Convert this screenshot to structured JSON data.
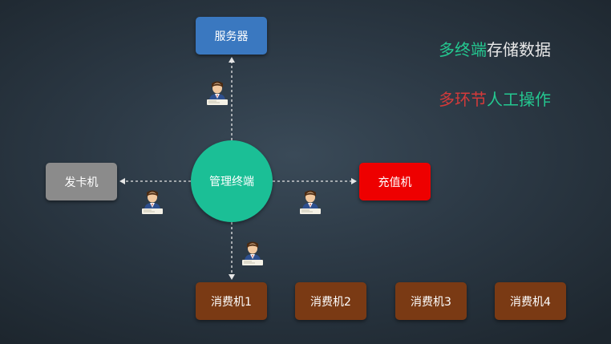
{
  "nodes": {
    "server": "服务器",
    "card_issuer": "发卡机",
    "center": "管理终端",
    "recharge": "充值机",
    "consumers": [
      "消费机1",
      "消费机2",
      "消费机3",
      "消费机4"
    ]
  },
  "headlines": {
    "line1": [
      {
        "text": "多终端",
        "color": "#24c890"
      },
      {
        "text": "存储数据",
        "color": "#e8e8e8"
      }
    ],
    "line2": [
      {
        "text": "多环节",
        "color": "#d43a3a"
      },
      {
        "text": "人工操作",
        "color": "#24c890"
      }
    ]
  },
  "icons": [
    "operator-person-icon"
  ],
  "colors": {
    "server": "#3a78c0",
    "card_issuer": "#8b8b8b",
    "recharge": "#ee0000",
    "consumer": "#7a3a14",
    "center": "#1bbf96",
    "arrow": "#e6e6e6"
  }
}
